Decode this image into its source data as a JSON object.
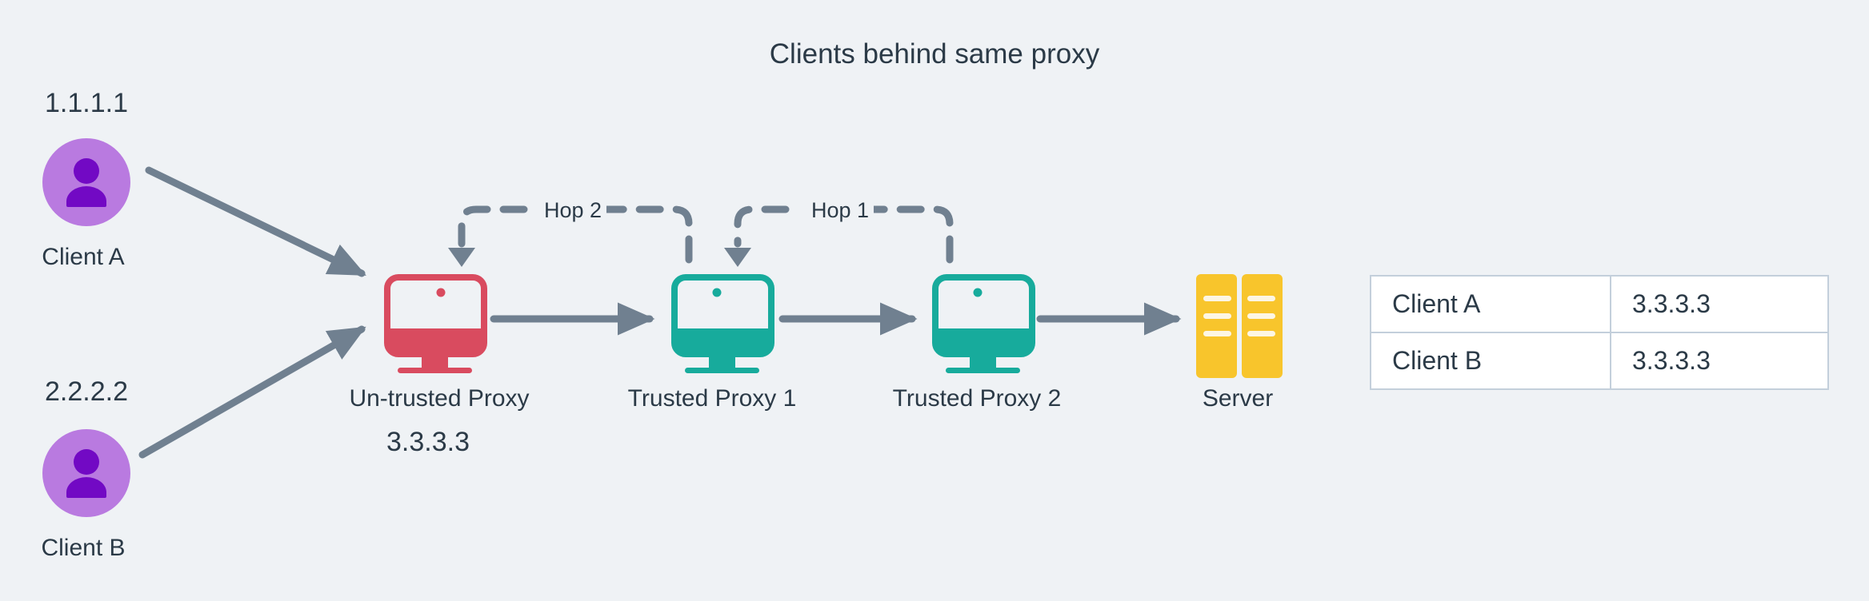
{
  "diagram": {
    "title": "Clients behind same proxy",
    "background_color": "#eff2f5",
    "text_color": "#2b3a47",
    "arrow_color": "#708090",
    "clients": [
      {
        "ip": "1.1.1.1",
        "label": "Client A",
        "avatar_color": "#b97ae0",
        "glyph_color": "#7209c4"
      },
      {
        "ip": "2.2.2.2",
        "label": "Client B",
        "avatar_color": "#b97ae0",
        "glyph_color": "#7209c4"
      }
    ],
    "nodes": [
      {
        "label": "Un-trusted Proxy",
        "ip": "3.3.3.3",
        "color": "#d94b5f",
        "kind": "monitor"
      },
      {
        "label": "Trusted Proxy 1",
        "ip": "",
        "color": "#17ab9c",
        "kind": "monitor"
      },
      {
        "label": "Trusted Proxy 2",
        "ip": "",
        "color": "#17ab9c",
        "kind": "monitor"
      },
      {
        "label": "Server",
        "ip": "",
        "color": "#f8c52c",
        "kind": "server"
      }
    ],
    "hops": [
      {
        "label": "Hop 2"
      },
      {
        "label": "Hop 1"
      }
    ]
  },
  "table": {
    "rows": [
      {
        "name": "Client A",
        "ip": "3.3.3.3"
      },
      {
        "name": "Client B",
        "ip": "3.3.3.3"
      }
    ],
    "border_color": "#c3cfdb",
    "cell_background": "#ffffff"
  }
}
